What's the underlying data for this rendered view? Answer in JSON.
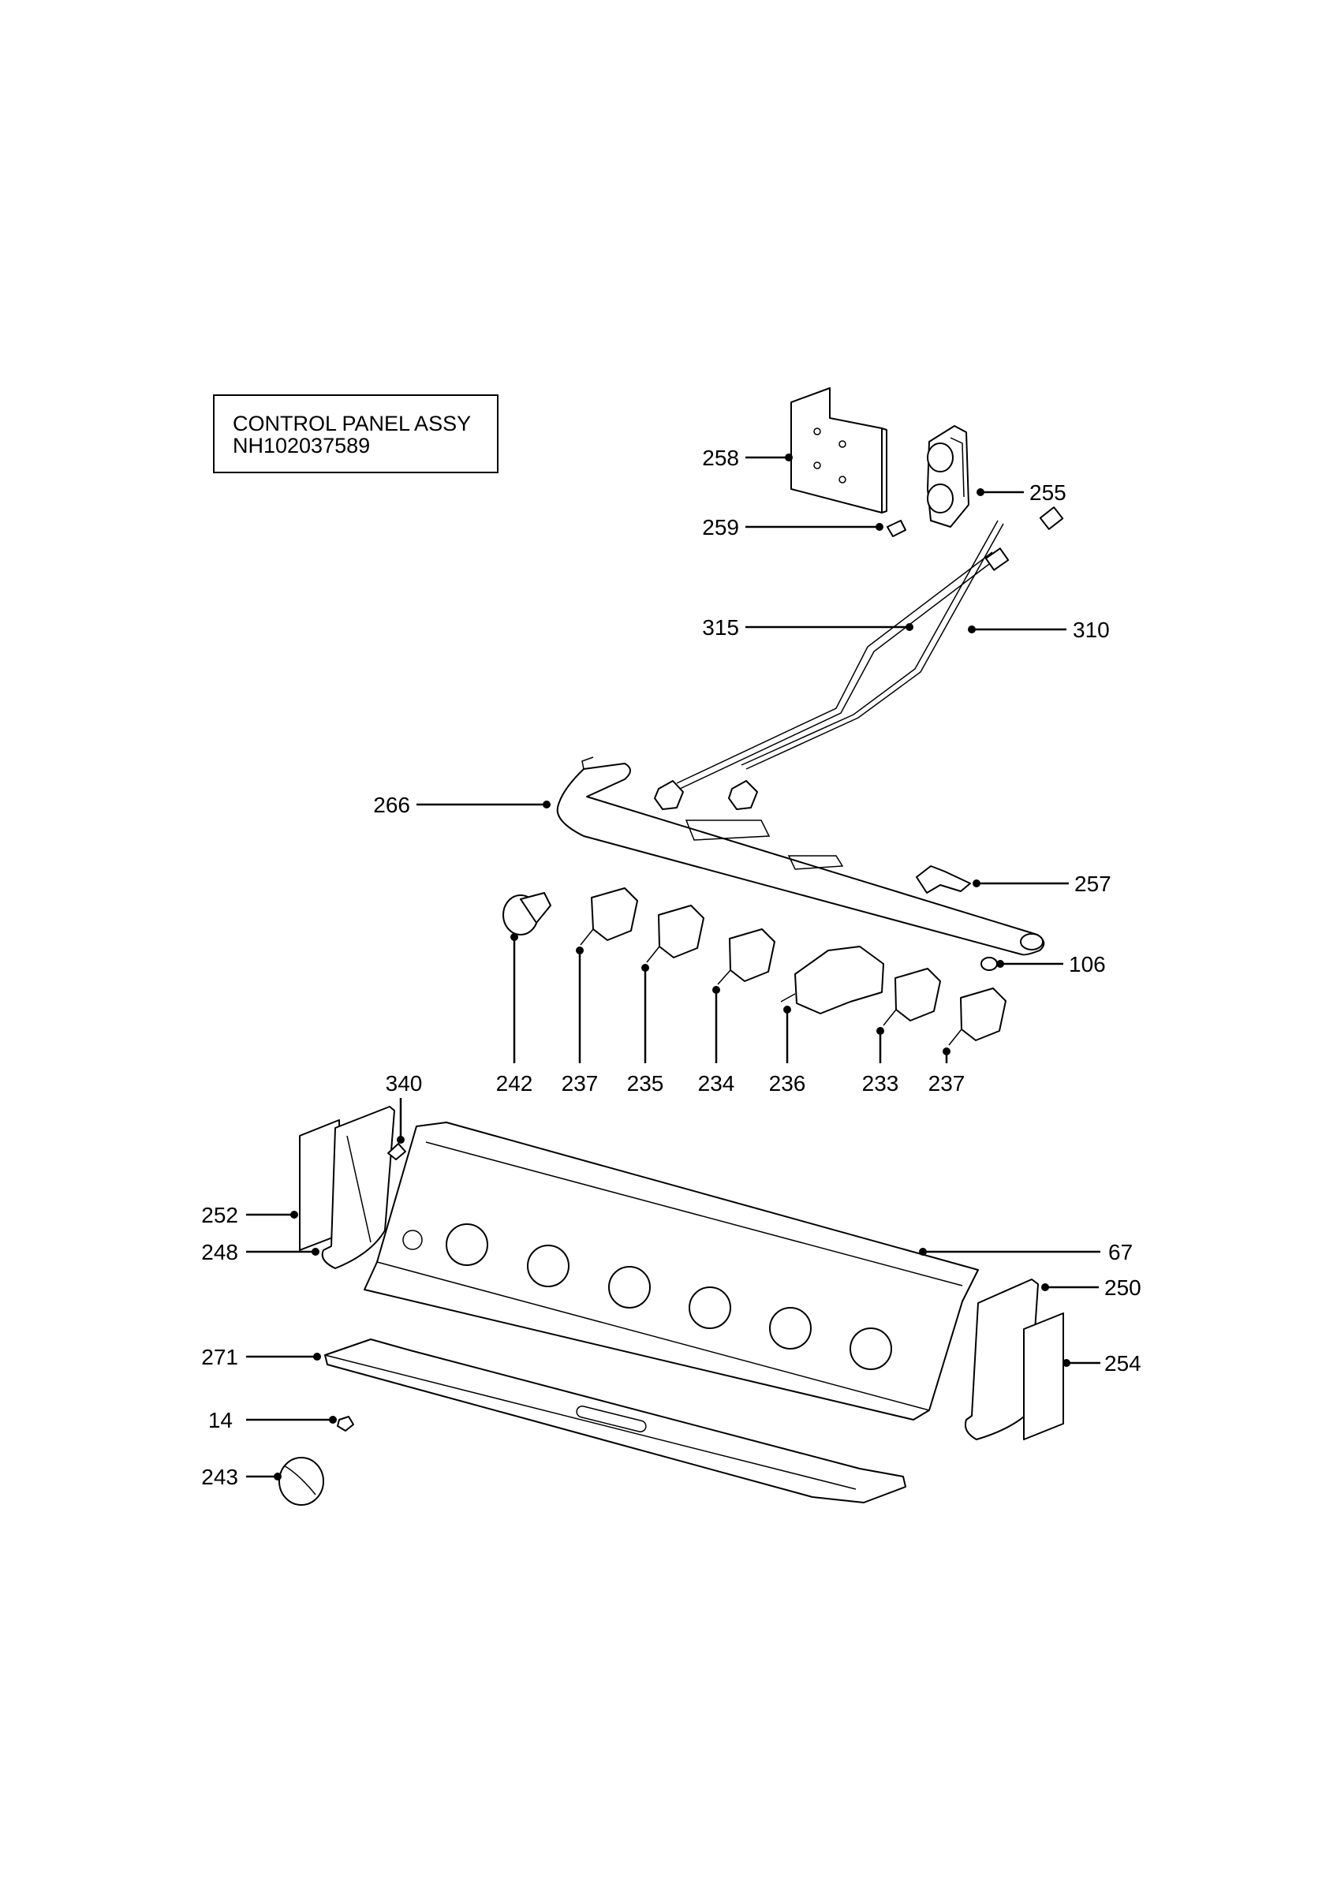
{
  "title": {
    "line1": "CONTROL PANEL ASSY",
    "line2": "NH102037589"
  },
  "callouts": {
    "c258": "258",
    "c255": "255",
    "c259": "259",
    "c315": "315",
    "c310": "310",
    "c266": "266",
    "c257": "257",
    "c106": "106",
    "c242": "242",
    "c237a": "237",
    "c235": "235",
    "c234": "234",
    "c236": "236",
    "c233": "233",
    "c237b": "237",
    "c340": "340",
    "c252": "252",
    "c248": "248",
    "c67": "67",
    "c250": "250",
    "c271": "271",
    "c254": "254",
    "c14": "14",
    "c243": "243"
  }
}
